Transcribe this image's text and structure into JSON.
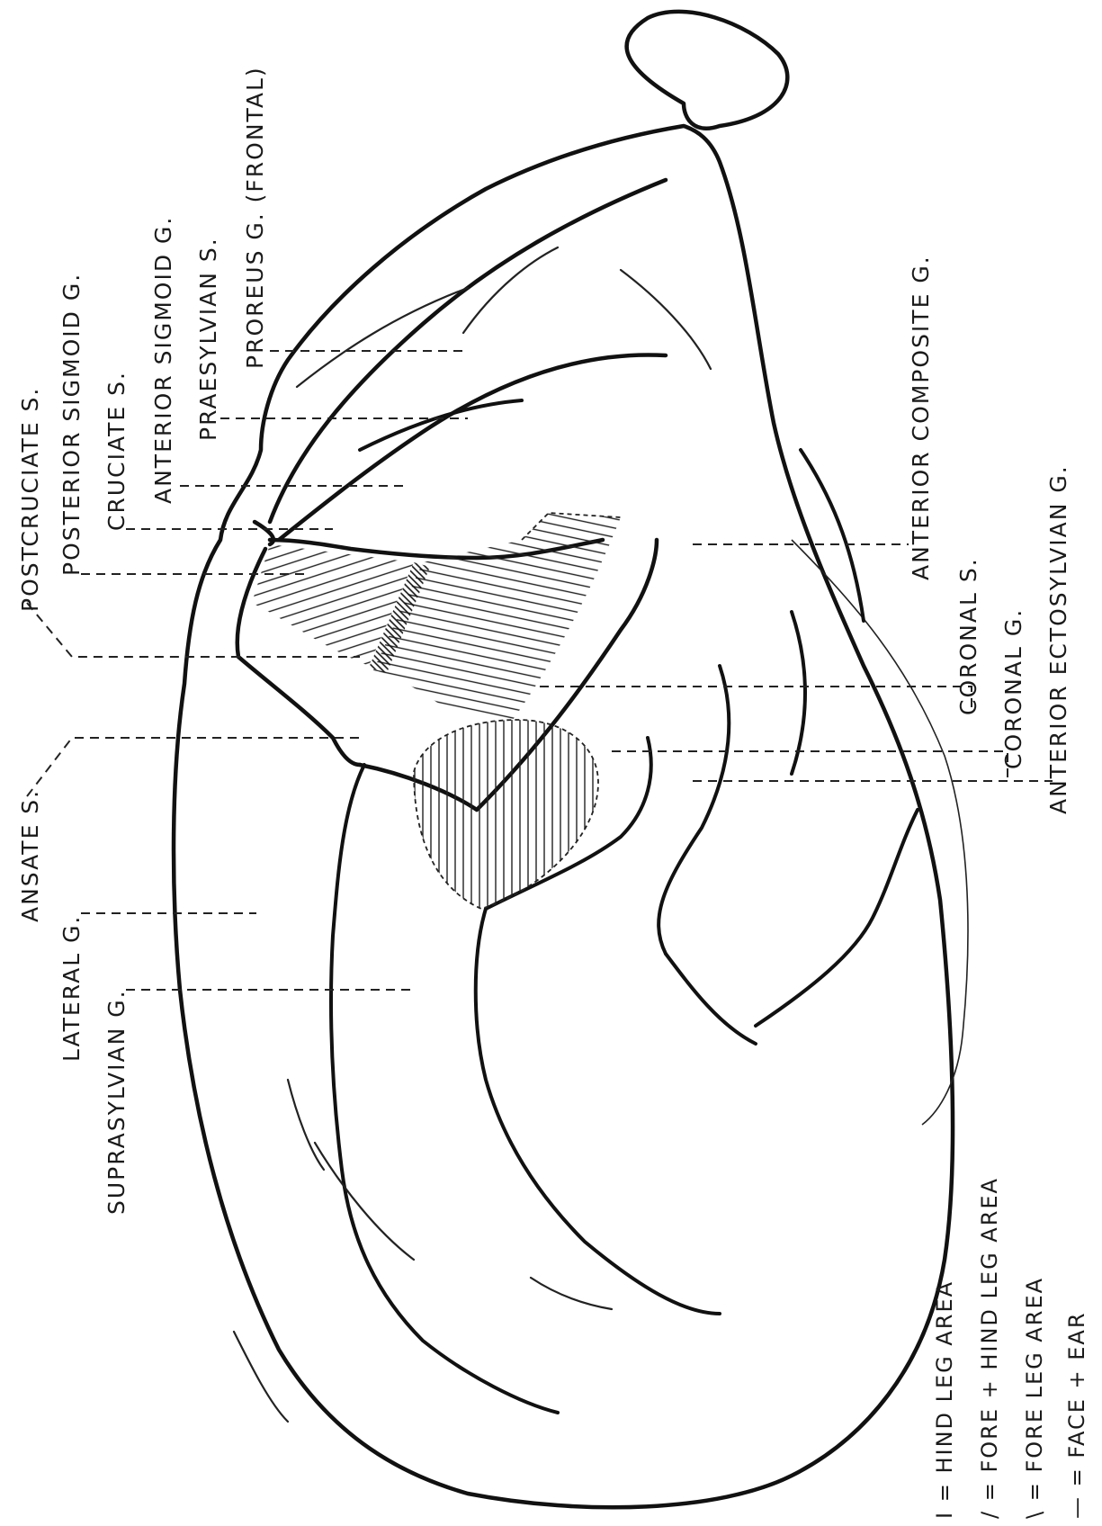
{
  "labels": {
    "postcruciate_s": "POSTCRUCIATE S.",
    "posterior_sigmoid_g": "POSTERIOR SIGMOID G.",
    "cruciate_s": "CRUCIATE S.",
    "anterior_sigmoid_g": "ANTERIOR SIGMOID G.",
    "praesylvian_s": "PRAESYLVIAN S.",
    "proreus_g": "PROREUS G. (FRONTAL)",
    "anterior_composite_g": "ANTERIOR COMPOSITE G.",
    "coronal_s": "CORONAL S.",
    "coronal_g": "CORONAL G.",
    "anterior_ectosylvian_g": "ANTERIOR ECTOSYLVIAN G.",
    "ansate_s": "ANSATE S.",
    "lateral_g": "LATERAL G.",
    "suprasylvian_g": "SUPRASYLVIAN G."
  },
  "legend": [
    "I = HIND LEG AREA",
    "/ = FORE + HIND LEG AREA",
    "\\ = FORE LEG AREA",
    "— = FACE + EAR"
  ],
  "colors": {
    "ink": "#111111",
    "paper": "#ffffff"
  }
}
